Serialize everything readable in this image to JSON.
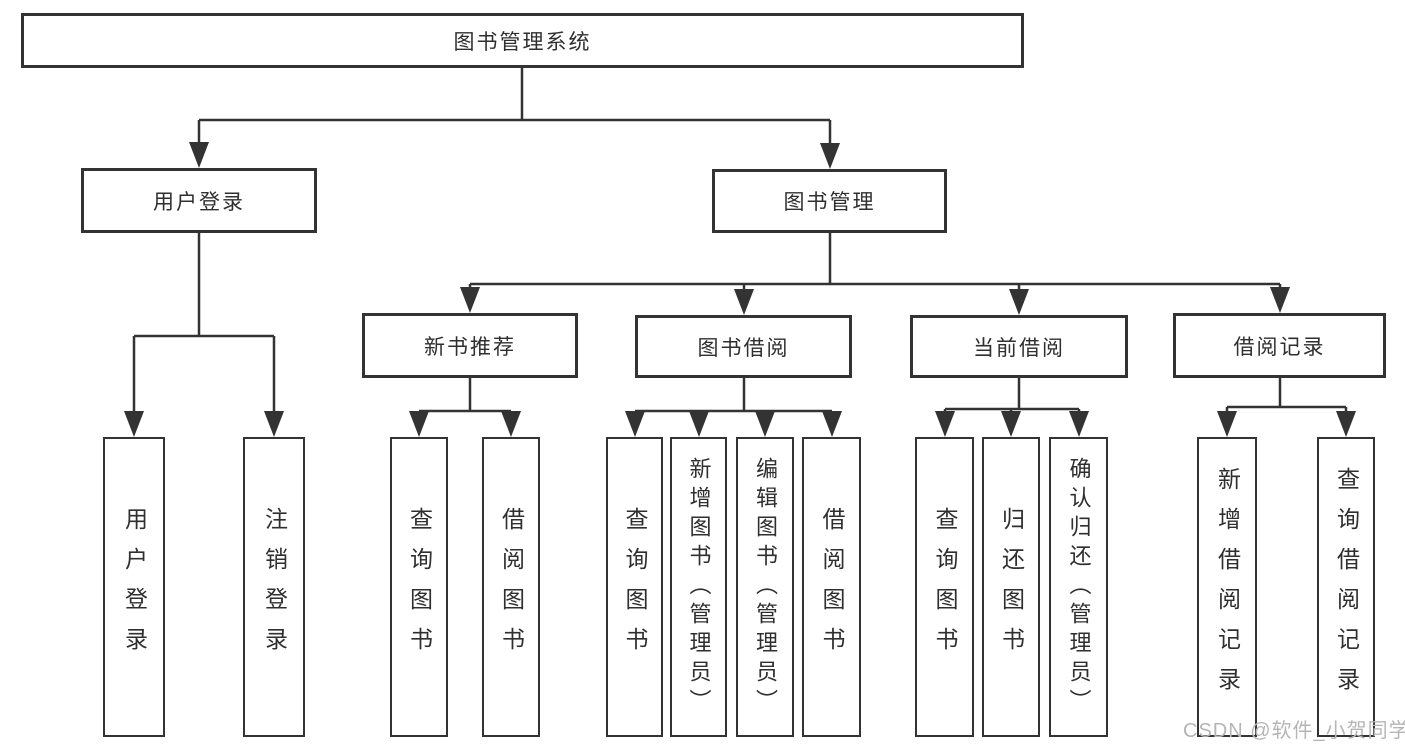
{
  "diagram": {
    "root": {
      "label": "图书管理系统"
    },
    "branches": {
      "user_login": {
        "label": "用户登录"
      },
      "book_management": {
        "label": "图书管理"
      },
      "new_book_recommend": {
        "label": "新书推荐"
      },
      "book_borrow": {
        "label": "图书借阅"
      },
      "current_borrow": {
        "label": "当前借阅"
      },
      "borrow_records": {
        "label": "借阅记录"
      }
    },
    "leaves": {
      "user_login": [
        "用户登录",
        "注销登录"
      ],
      "new_book_recommend": [
        "查询图书",
        "借阅图书"
      ],
      "book_borrow": [
        "查询图书",
        "新增图书（管理员）",
        "编辑图书（管理员）",
        "借阅图书"
      ],
      "current_borrow": [
        "查询图书",
        "归还图书",
        "确认归还（管理员）"
      ],
      "borrow_records": [
        "新增借阅记录",
        "查询借阅记录"
      ]
    }
  },
  "watermark": {
    "text": "CSDN @软件_小贺同学"
  },
  "colors": {
    "line": "#333333",
    "box_border": "#333333",
    "text": "#2f2f2f",
    "watermark": "#b5b5b5",
    "background": "#ffffff"
  }
}
